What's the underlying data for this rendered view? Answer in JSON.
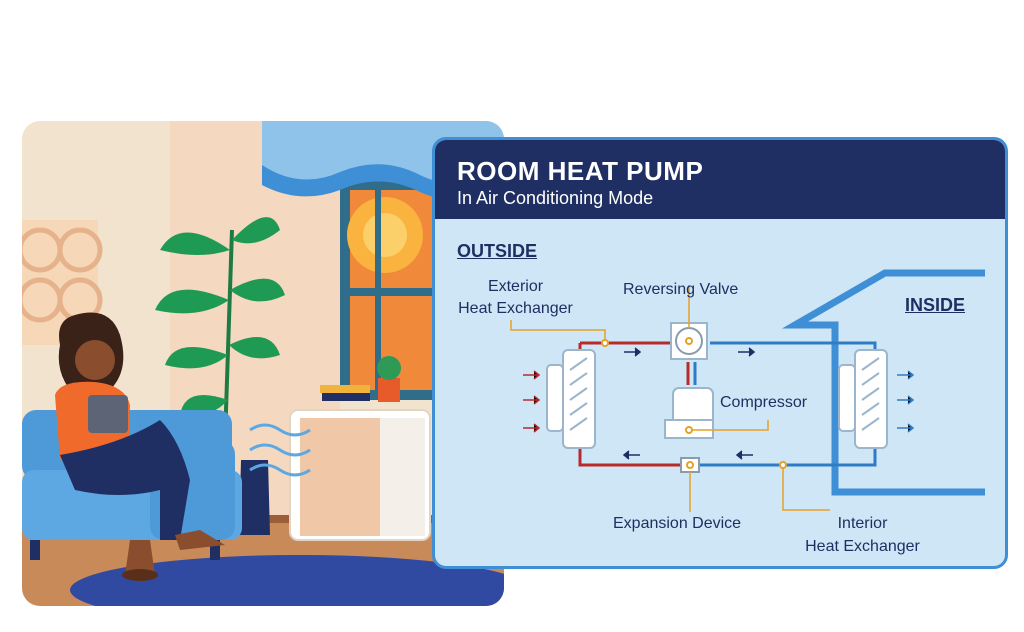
{
  "diagram": {
    "title": "ROOM HEAT PUMP",
    "subtitle": "In Air Conditioning Mode",
    "zones": {
      "outside": "OUTSIDE",
      "inside": "INSIDE"
    },
    "components": {
      "exterior_heat_exchanger": [
        "Exterior",
        "Heat Exchanger"
      ],
      "reversing_valve": "Reversing Valve",
      "compressor": "Compressor",
      "expansion_device": "Expansion Device",
      "interior_heat_exchanger": [
        "Interior",
        "Heat Exchanger"
      ]
    },
    "colors": {
      "header": "#1f2f63",
      "panel": "#cfe6f6",
      "border": "#3f8fd6",
      "hot_line": "#b72b2b",
      "cold_line": "#2f7cc6",
      "callout": "#e6a126"
    }
  }
}
